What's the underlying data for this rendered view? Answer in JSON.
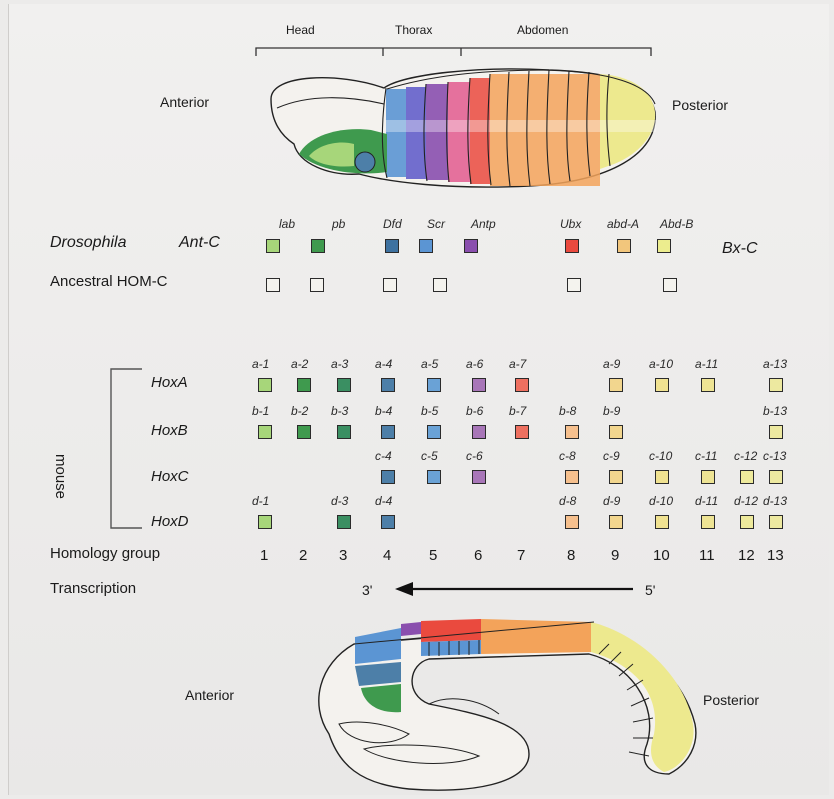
{
  "fly": {
    "regions": [
      "Head",
      "Thorax",
      "Abdomen"
    ],
    "anterior": "Anterior",
    "posterior": "Posterior"
  },
  "drosophila": {
    "name": "Drosophila",
    "antc": "Ant-C",
    "bxc": "Bx-C",
    "genes": [
      "lab",
      "pb",
      "Dfd",
      "Scr",
      "Antp",
      "Ubx",
      "abd-A",
      "Abd-B"
    ]
  },
  "ancestral": {
    "label": "Ancestral HOM-C"
  },
  "mouse": {
    "label": "mouse",
    "clusters": [
      {
        "name": "HoxA",
        "genes": [
          "a-1",
          "a-2",
          "a-3",
          "a-4",
          "a-5",
          "a-6",
          "a-7",
          "a-9",
          "a-10",
          "a-11",
          "a-13"
        ]
      },
      {
        "name": "HoxB",
        "genes": [
          "b-1",
          "b-2",
          "b-3",
          "b-4",
          "b-5",
          "b-6",
          "b-7",
          "b-8",
          "b-9",
          "b-13"
        ]
      },
      {
        "name": "HoxC",
        "genes": [
          "c-4",
          "c-5",
          "c-6",
          "c-8",
          "c-9",
          "c-10",
          "c-11",
          "c-12",
          "c-13"
        ]
      },
      {
        "name": "HoxD",
        "genes": [
          "d-1",
          "d-3",
          "d-4",
          "d-8",
          "d-9",
          "d-10",
          "d-11",
          "d-12",
          "d-13"
        ]
      }
    ]
  },
  "homology": {
    "label": "Homology group",
    "groups": [
      "1",
      "2",
      "3",
      "4",
      "5",
      "6",
      "7",
      "8",
      "9",
      "10",
      "11",
      "12",
      "13"
    ]
  },
  "transcription": {
    "label": "Transcription",
    "left": "3'",
    "right": "5'"
  },
  "embryo": {
    "anterior": "Anterior",
    "posterior": "Posterior"
  },
  "colors": {
    "g1": "#a7d67a",
    "g2": "#3f9a4e",
    "g3": "#3a8f62",
    "g4": "#4d7fa8",
    "g5": "#6aa2d6",
    "g6": "#a876b8",
    "g7": "#ee7060",
    "g8": "#f6c08e",
    "g9": "#f2d68e",
    "g10": "#f0e291",
    "g11": "#eee494",
    "g12": "#eeea9c",
    "g13": "#ede9a0",
    "anc": "#f4f3ee",
    "ubx": "#ea4a3e",
    "abda": "#f2c67c",
    "abdb": "#eced8e",
    "dfd": "#3e72a0",
    "scr": "#5b95d3",
    "antp": "#8a4fae"
  }
}
